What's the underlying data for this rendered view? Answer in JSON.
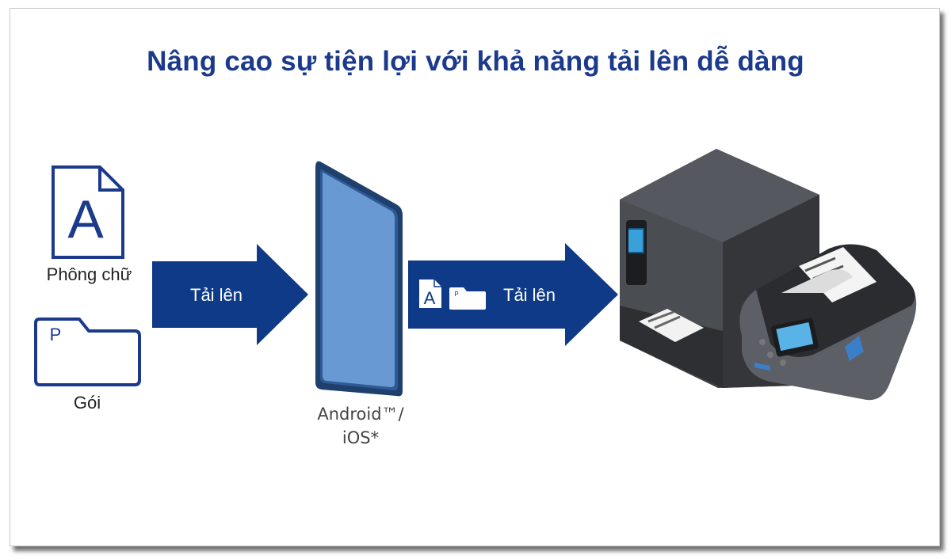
{
  "title": "Nâng cao sự tiện lợi với khả năng tải lên dễ dàng",
  "font_file": {
    "icon": "font-file-icon",
    "glyph": "A",
    "label": "Phông chữ"
  },
  "package_folder": {
    "icon": "package-folder-icon",
    "glyph": "P",
    "label": "Gói"
  },
  "arrow_upload_1": {
    "label": "Tải lên"
  },
  "arrow_upload_2": {
    "label": "Tải lên",
    "mini_font_glyph": "A",
    "mini_folder_glyph": "P"
  },
  "smartphone": {
    "icon": "smartphone-icon",
    "label_line1": "Android™/",
    "label_line2": "iOS*"
  },
  "printers": {
    "icon": "printer-icon"
  },
  "colors": {
    "title": "#1b3a8c",
    "arrow": "#0f3a87",
    "icon_stroke": "#1b3a8c",
    "phone_screen": "#6899d3",
    "phone_body": "#1f3f6d"
  }
}
